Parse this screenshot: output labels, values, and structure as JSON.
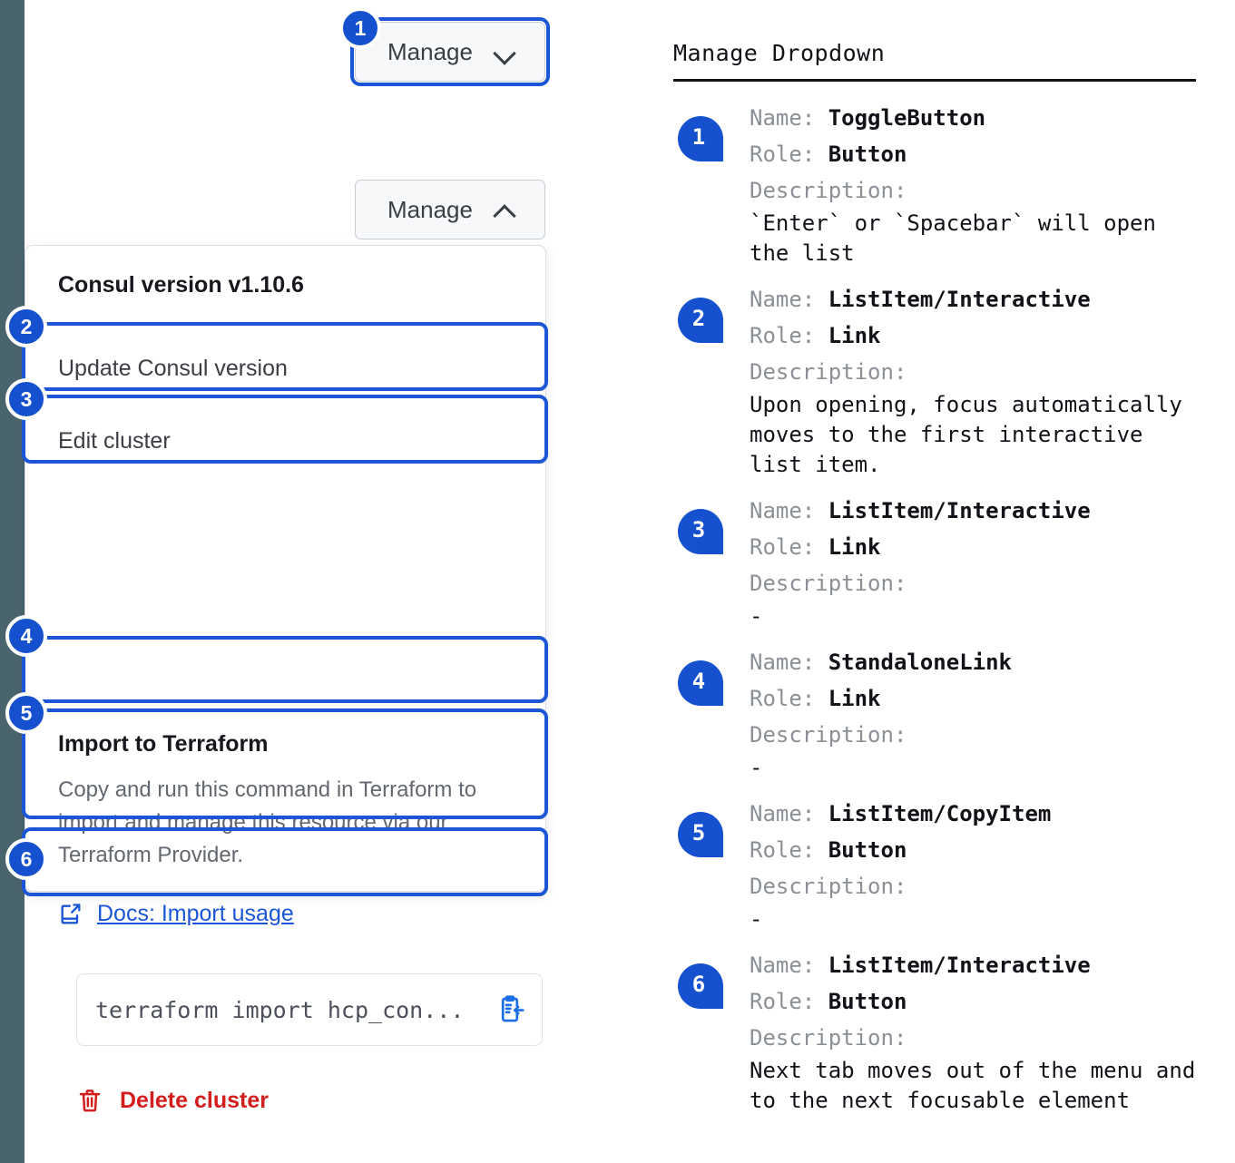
{
  "left_panel": {
    "collapsed_button": {
      "label": "Manage",
      "icon": "chevron-down-icon"
    },
    "expanded_button": {
      "label": "Manage",
      "icon": "chevron-up-icon"
    },
    "dropdown": {
      "version_header": "Consul version v1.10.6",
      "update_item": "Update Consul version",
      "edit_item": "Edit cluster",
      "terraform_title": "Import to Terraform",
      "terraform_description": "Copy and run this command in Terraform to import and manage this resource via our Terraform Provider.",
      "docs_link": "Docs: Import usage",
      "docs_link_icon": "external-link-icon",
      "code_value": "terraform import hcp_con...",
      "copy_icon": "copy-to-clipboard-icon",
      "delete_item": "Delete cluster",
      "delete_icon": "trash-icon"
    },
    "markers": [
      "1",
      "2",
      "3",
      "4",
      "5",
      "6"
    ]
  },
  "legend": {
    "title": "Manage Dropdown",
    "labels": {
      "name": "Name:",
      "role": "Role:",
      "description": "Description:"
    },
    "items": [
      {
        "marker": "1",
        "name": "ToggleButton",
        "role": "Button",
        "description": "`Enter` or `Spacebar` will open\nthe list"
      },
      {
        "marker": "2",
        "name": "ListItem/Interactive",
        "role": "Link",
        "description": "Upon opening, focus automatically\nmoves to the first interactive\nlist item."
      },
      {
        "marker": "3",
        "name": "ListItem/Interactive",
        "role": "Link",
        "description": "-"
      },
      {
        "marker": "4",
        "name": "StandaloneLink",
        "role": "Link",
        "description": "-"
      },
      {
        "marker": "5",
        "name": "ListItem/CopyItem",
        "role": "Button",
        "description": "-"
      },
      {
        "marker": "6",
        "name": "ListItem/Interactive",
        "role": "Button",
        "description": "Next tab moves out of the menu and\nto the next focusable element"
      }
    ]
  },
  "colors": {
    "accent_blue": "#1550cf",
    "focus_blue": "#1a56d6",
    "danger_red": "#d41d1d",
    "rail": "#4a646e"
  }
}
